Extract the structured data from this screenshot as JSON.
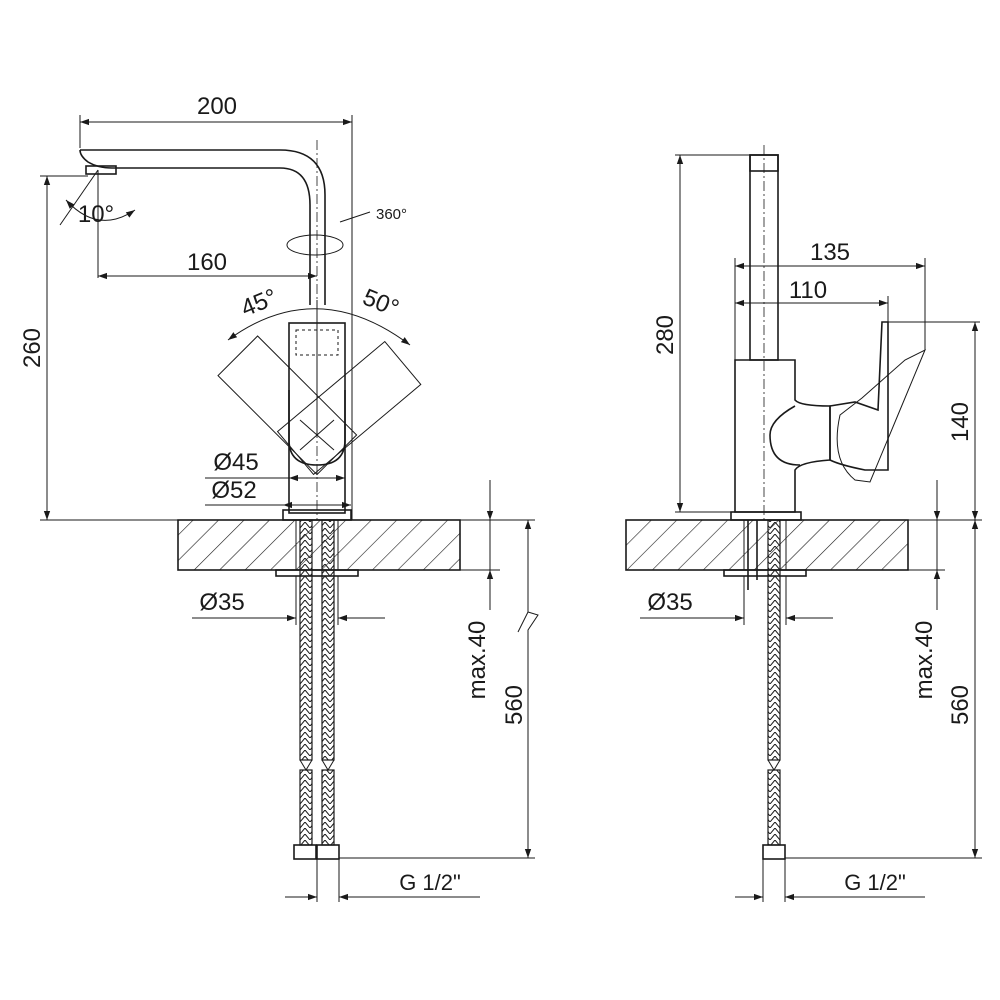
{
  "front_view": {
    "spout_reach_overall": "200",
    "spout_reach_center": "160",
    "height": "260",
    "spout_tilt": "10°",
    "swivel": "360°",
    "handle_left": "45°",
    "handle_right": "50°",
    "body_diameter": "Ø45",
    "base_diameter": "Ø52",
    "hole_diameter": "Ø35",
    "max_thickness": "max.40",
    "hose_length": "560",
    "thread": "G 1/2\""
  },
  "side_view": {
    "height": "280",
    "depth_overall": "135",
    "depth_handle": "110",
    "handle_height": "140",
    "hole_diameter": "Ø35",
    "max_thickness": "max.40",
    "hose_length": "560",
    "thread": "G 1/2\""
  }
}
